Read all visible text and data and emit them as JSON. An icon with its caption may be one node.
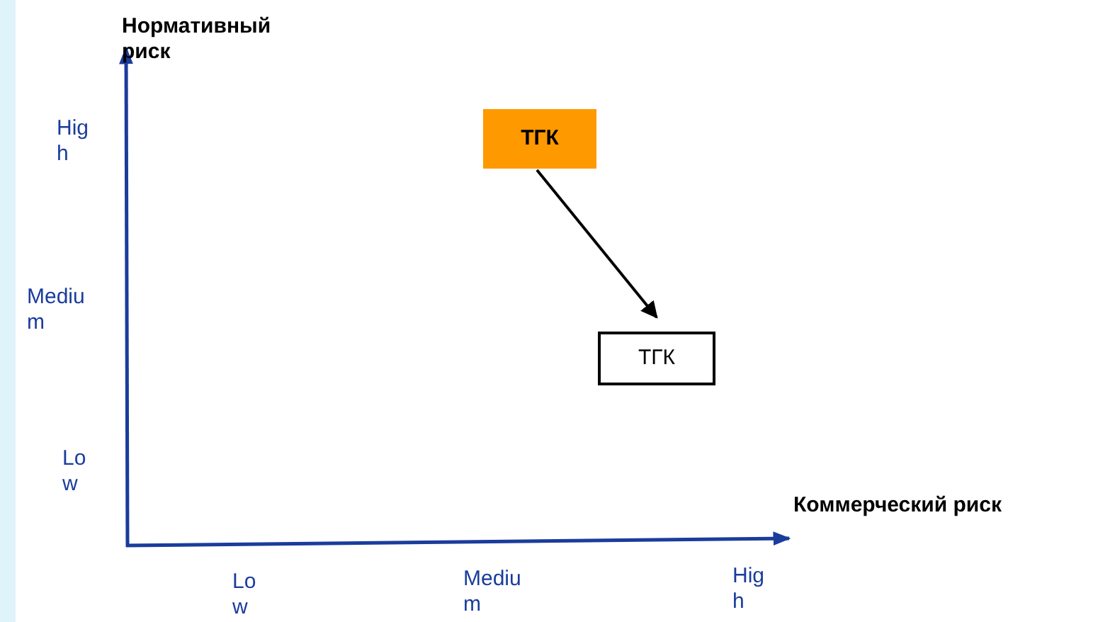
{
  "diagram": {
    "nodes": [
      {
        "text": [
          "ТГК"
        ]
      },
      {
        "text": [
          "ТГК"
        ]
      }
    ],
    "edges": [
      {
        "from": 0,
        "to": 1,
        "arrow": "to"
      }
    ],
    "labels": [
      "Нормативный риск",
      "High",
      "Medium",
      "Low",
      "Коммерческий риск",
      "Low",
      "Medium",
      "High"
    ]
  }
}
